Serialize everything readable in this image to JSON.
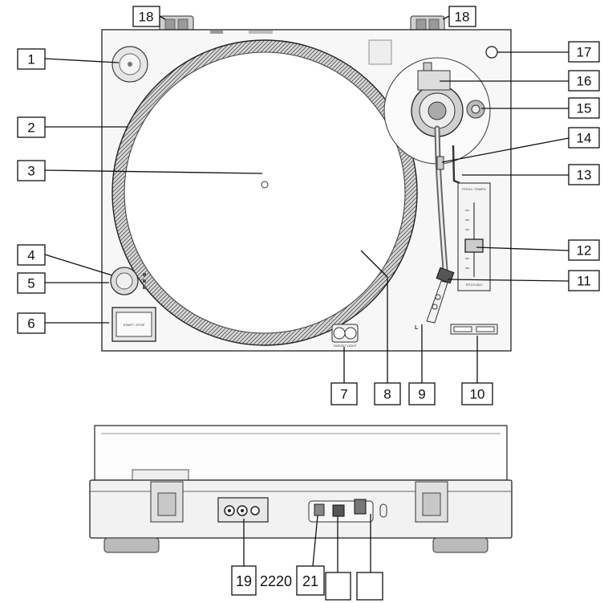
{
  "top_callouts": [
    {
      "number": "1"
    },
    {
      "number": "2"
    },
    {
      "number": "3"
    },
    {
      "number": "4"
    },
    {
      "number": "5"
    },
    {
      "number": "6"
    },
    {
      "number": "7"
    },
    {
      "number": "8"
    },
    {
      "number": "9"
    },
    {
      "number": "10"
    },
    {
      "number": "11"
    },
    {
      "number": "12"
    },
    {
      "number": "13"
    },
    {
      "number": "14"
    },
    {
      "number": "15"
    },
    {
      "number": "16"
    },
    {
      "number": "17"
    },
    {
      "number": "18"
    },
    {
      "number": "18"
    }
  ],
  "bottom_callouts": [
    {
      "number": "19"
    },
    {
      "number": "2220"
    },
    {
      "number": "21"
    },
    {
      "number": ""
    },
    {
      "number": ""
    }
  ],
  "panel_text": {
    "start_stop": "START / STOP",
    "target_light": "TARGET LIGHT",
    "pitch_top": "PITCH / TEMPO",
    "pitch_bottom": "PITCH ADJ"
  }
}
